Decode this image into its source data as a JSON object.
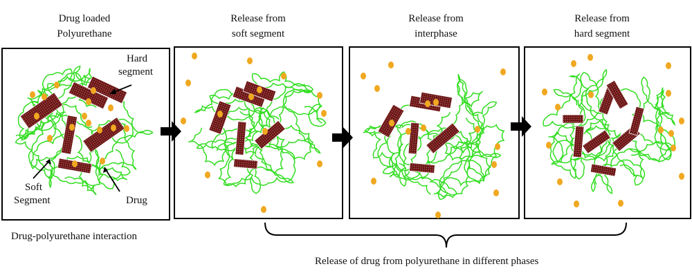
{
  "panels": [
    {
      "title_line1": "Drug loaded",
      "title_line2": "Polyurethane"
    },
    {
      "title_line1": "Release from",
      "title_line2": "soft segment"
    },
    {
      "title_line1": "Release from",
      "title_line2": "interphase"
    },
    {
      "title_line1": "Release from",
      "title_line2": "hard segment"
    }
  ],
  "labels": {
    "hard_segment_1": "Hard",
    "hard_segment_2": "segment",
    "soft_segment_1": "Soft",
    "soft_segment_2": "Segment",
    "drug": "Drug"
  },
  "captions": {
    "interaction": "Drug-polyurethane interaction",
    "release": "Release of drug from polyurethane in different phases"
  },
  "colors": {
    "chain": "#33dd22",
    "hard": "#6a1414",
    "drug": "#f0a820"
  }
}
